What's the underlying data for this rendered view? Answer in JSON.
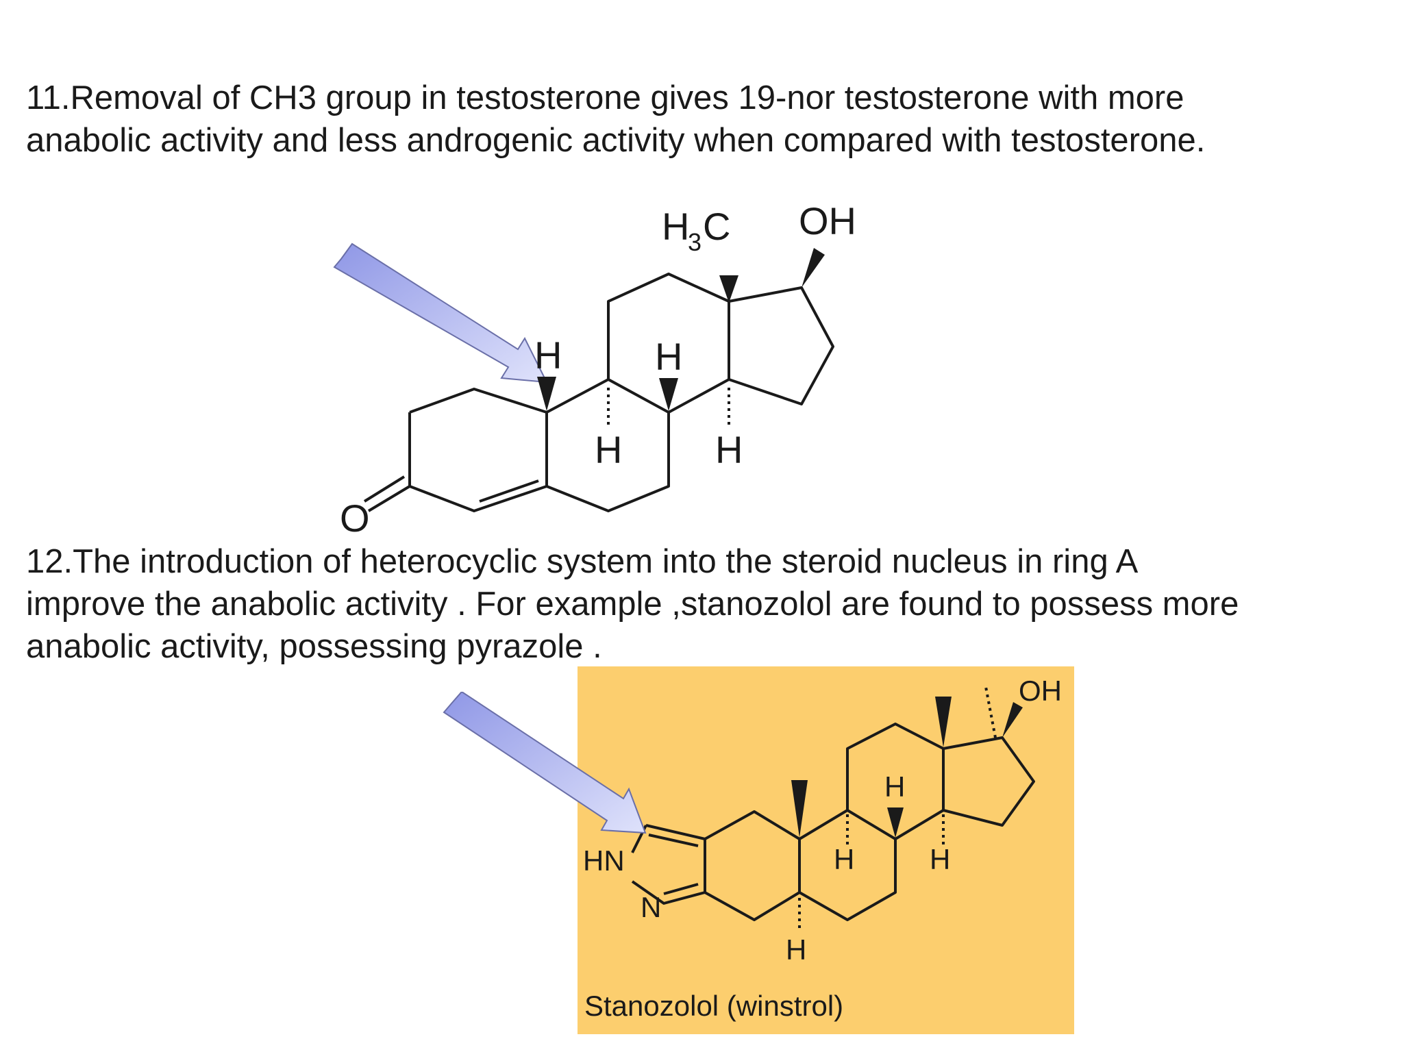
{
  "section11": {
    "lines": [
      "11.Removal of CH3 group in testosterone gives 19-nor testosterone with more",
      "anabolic activity and less androgenic activity when compared with testosterone."
    ]
  },
  "section12": {
    "lines": [
      "12.The introduction of heterocyclic system into the steroid nucleus in ring A",
      "improve the anabolic activity . For example ,stanozolol are found to possess more",
      "anabolic activity, possessing pyrazole ."
    ]
  },
  "structure1": {
    "methyl_label": "H",
    "methyl_sub": "3",
    "methyl_c": "C",
    "hydroxyl": "OH",
    "oxygen": "O",
    "h_atom": "H"
  },
  "structure2": {
    "hydroxyl": "OH",
    "nh": "HN",
    "n": "N",
    "h_atom": "H",
    "caption": "Stanozolol (winstrol)"
  },
  "colors": {
    "arrow_fill": "#a8aef0",
    "panel_bg": "#fcce6e",
    "text": "#1a1a1a"
  }
}
